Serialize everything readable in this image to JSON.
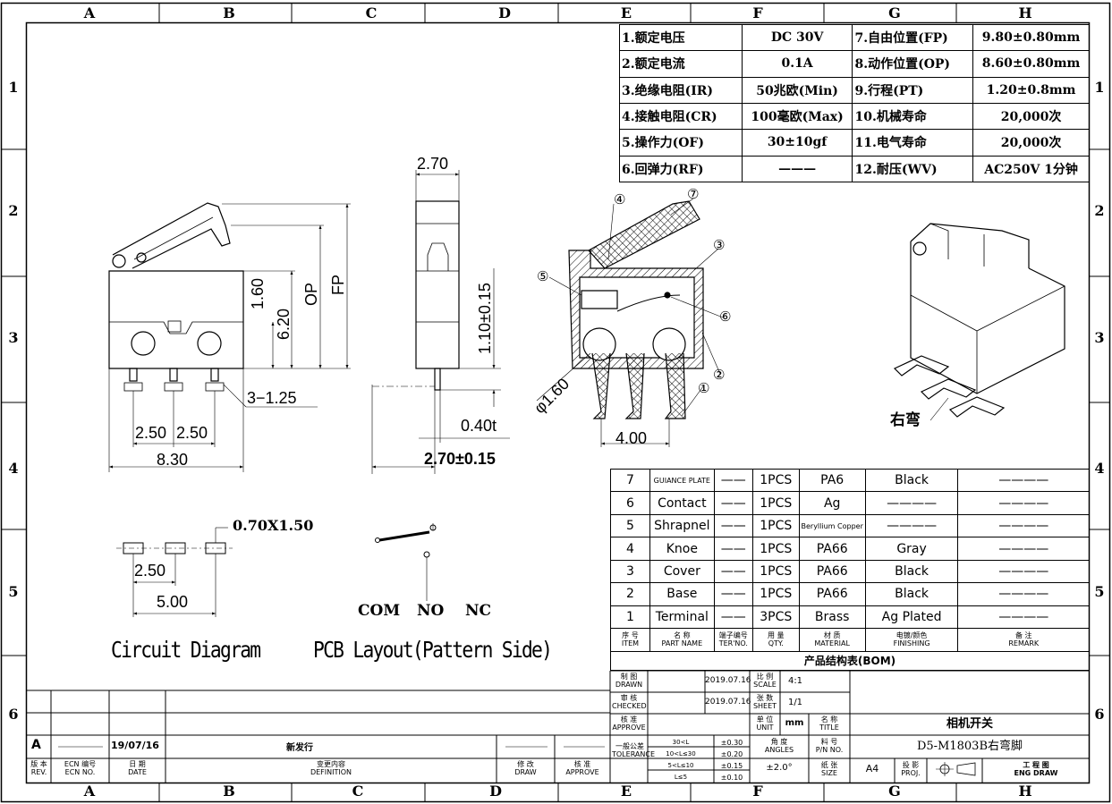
{
  "border": {
    "columns": [
      "A",
      "B",
      "C",
      "D",
      "E",
      "F",
      "G",
      "H"
    ],
    "rows": [
      "1",
      "2",
      "3",
      "4",
      "5",
      "6"
    ]
  },
  "spec_table": [
    {
      "no": "1.额定电压",
      "val": "DC 30V",
      "no2": "7.自由位置(FP)",
      "val2": "9.80±0.80mm"
    },
    {
      "no": "2.额定电流",
      "val": "0.1A",
      "no2": "8.动作位置(OP)",
      "val2": "8.60±0.80mm"
    },
    {
      "no": "3.绝缘电阻(IR)",
      "val": "50兆欧(Min)",
      "no2": "9.行程(PT)",
      "val2": "1.20±0.8mm"
    },
    {
      "no": "4.接触电阻(CR)",
      "val": "100毫欧(Max)",
      "no2": "10.机械寿命",
      "val2": "20,000次"
    },
    {
      "no": "5.操作力(OF)",
      "val": "30±10gf",
      "no2": "11.电气寿命",
      "val2": "20,000次"
    },
    {
      "no": "6.回弹力(RF)",
      "val": "———",
      "no2": "12.耐压(WV)",
      "val2": "AC250V 1分钟"
    }
  ],
  "dims": {
    "w270": "2.70",
    "h160": "1.60",
    "h620": "6.20",
    "op": "OP",
    "fp": "FP",
    "h110": "1.10±0.15",
    "pin": "3−1.25",
    "w250a": "2.50",
    "w250b": "2.50",
    "w830": "8.30",
    "t040": "0.40t",
    "w270b": "2.70±0.15",
    "d160": "φ1.60",
    "w400": "4.00",
    "pad": "0.70X1.50",
    "p250": "2.50",
    "p500": "5.00"
  },
  "labels": {
    "right_bend": "右弯",
    "circuit": "Circuit Diagram",
    "pcb": "PCB Layout(Pattern Side)",
    "com": "COM",
    "no": "NO",
    "nc": "NC"
  },
  "callouts": [
    "①",
    "②",
    "③",
    "④",
    "⑤",
    "⑥",
    "⑦"
  ],
  "bom": {
    "rows": [
      {
        "item": "7",
        "name": "GUIANCE PLATE",
        "qty": "1PCS",
        "mat": "PA6",
        "fin": "Black",
        "small_name": true
      },
      {
        "item": "6",
        "name": "Contact",
        "qty": "1PCS",
        "mat": "Ag",
        "fin": ""
      },
      {
        "item": "5",
        "name": "Shrapnel",
        "qty": "1PCS",
        "mat": "Beryllium Copper",
        "fin": "",
        "small_mat": true
      },
      {
        "item": "4",
        "name": "Knoe",
        "qty": "1PCS",
        "mat": "PA66",
        "fin": "Gray"
      },
      {
        "item": "3",
        "name": "Cover",
        "qty": "1PCS",
        "mat": "PA66",
        "fin": "Black"
      },
      {
        "item": "2",
        "name": "Base",
        "qty": "1PCS",
        "mat": "PA66",
        "fin": "Black"
      },
      {
        "item": "1",
        "name": "Terminal",
        "qty": "3PCS",
        "mat": "Brass",
        "fin": "Ag Plated"
      }
    ],
    "headers": [
      [
        "序 号",
        "ITEM"
      ],
      [
        "名 称",
        "PART NAME"
      ],
      [
        "端子编号",
        "TER'NO."
      ],
      [
        "用 量",
        "QTY."
      ],
      [
        "材 质",
        "MATERIAL"
      ],
      [
        "电镀/颜色",
        "FINISHING"
      ],
      [
        "备 注",
        "REMARK"
      ]
    ],
    "title": "产品结构表(BOM)"
  },
  "title_block": {
    "drawn": [
      "制 图",
      "DRAWN"
    ],
    "checked": [
      "审 核",
      "CHECKED"
    ],
    "approve": [
      "核 准",
      "APPROVE"
    ],
    "date1": "2019.07.16",
    "date2": "2019.07.16",
    "scale": [
      "比 例",
      "SCALE"
    ],
    "scale_val": "4:1",
    "sheet": [
      "张 数",
      "SHEET"
    ],
    "sheet_val": "1/1",
    "unit": [
      "单 位",
      "UNIT"
    ],
    "unit_val": "mm",
    "title": [
      "名 称",
      "TITLE"
    ],
    "title_val": "相机开关",
    "angles": [
      "角 度",
      "ANGLES"
    ],
    "angle_val": "±2.0°",
    "pn": [
      "料 号",
      "P/N NO."
    ],
    "pn_val": "D5-M1803B右弯脚",
    "tol": [
      "一般公差",
      "TOLERANCE"
    ],
    "tol_rows": [
      [
        "30<L",
        "±0.30"
      ],
      [
        "10<L≤30",
        "±0.20"
      ],
      [
        "5<L≤10",
        "±0.15"
      ],
      [
        "L≤5",
        "±0.10"
      ]
    ],
    "size": [
      "纸 张",
      "SIZE"
    ],
    "size_val": "A4",
    "proj": [
      "投 影",
      "PROJ."
    ],
    "eng": [
      "工 程 图",
      "ENG DRAW"
    ],
    "rev_row": {
      "rev": "A",
      "date": "19/07/16",
      "def": "新发行"
    },
    "rev_hdr": [
      [
        "版 本",
        "REV."
      ],
      [
        "ECN 编号",
        "ECN NO."
      ],
      [
        "日 期",
        "DATE"
      ],
      [
        "变更内容",
        "DEFINITION"
      ],
      [
        "修 改",
        "DRAW"
      ],
      [
        "核 准",
        "APPROVE"
      ]
    ]
  }
}
